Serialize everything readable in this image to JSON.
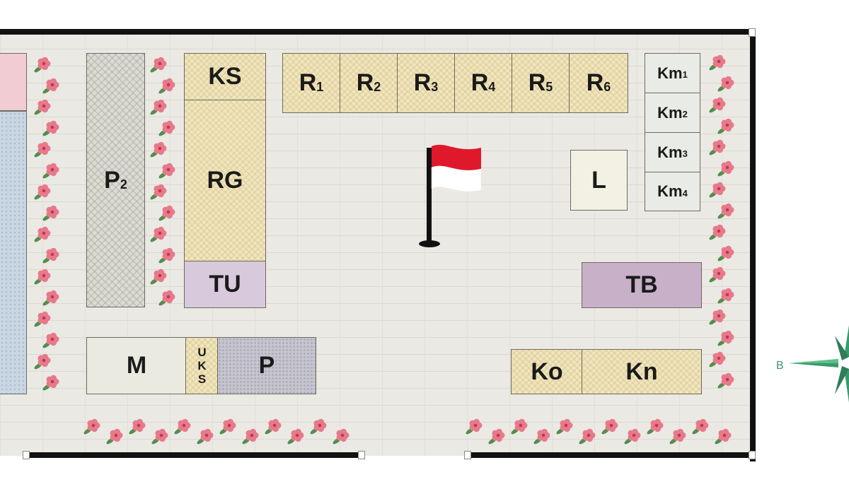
{
  "map": {
    "buildings": {
      "p2": {
        "label": "P",
        "sub": "2"
      },
      "ks": {
        "label": "KS"
      },
      "rg": {
        "label": "RG"
      },
      "tu": {
        "label": "TU"
      },
      "classrooms": [
        {
          "label": "R",
          "sub": "1"
        },
        {
          "label": "R",
          "sub": "2"
        },
        {
          "label": "R",
          "sub": "3"
        },
        {
          "label": "R",
          "sub": "4"
        },
        {
          "label": "R",
          "sub": "5"
        },
        {
          "label": "R",
          "sub": "6"
        }
      ],
      "toilets": [
        {
          "label": "Km",
          "sub": "1"
        },
        {
          "label": "Km",
          "sub": "2"
        },
        {
          "label": "Km",
          "sub": "3"
        },
        {
          "label": "Km",
          "sub": "4"
        }
      ],
      "l": {
        "label": "L"
      },
      "tb": {
        "label": "TB"
      },
      "m": {
        "label": "M"
      },
      "uks": {
        "letters": [
          "U",
          "K",
          "S"
        ]
      },
      "p": {
        "label": "P"
      },
      "ko": {
        "label": "Ko"
      },
      "kn": {
        "label": "Kn"
      }
    },
    "flag_colors": {
      "top": "#e0182b",
      "bottom": "#ffffff"
    },
    "compass": {
      "west_label": "B",
      "color": "#3a9a6a"
    }
  }
}
